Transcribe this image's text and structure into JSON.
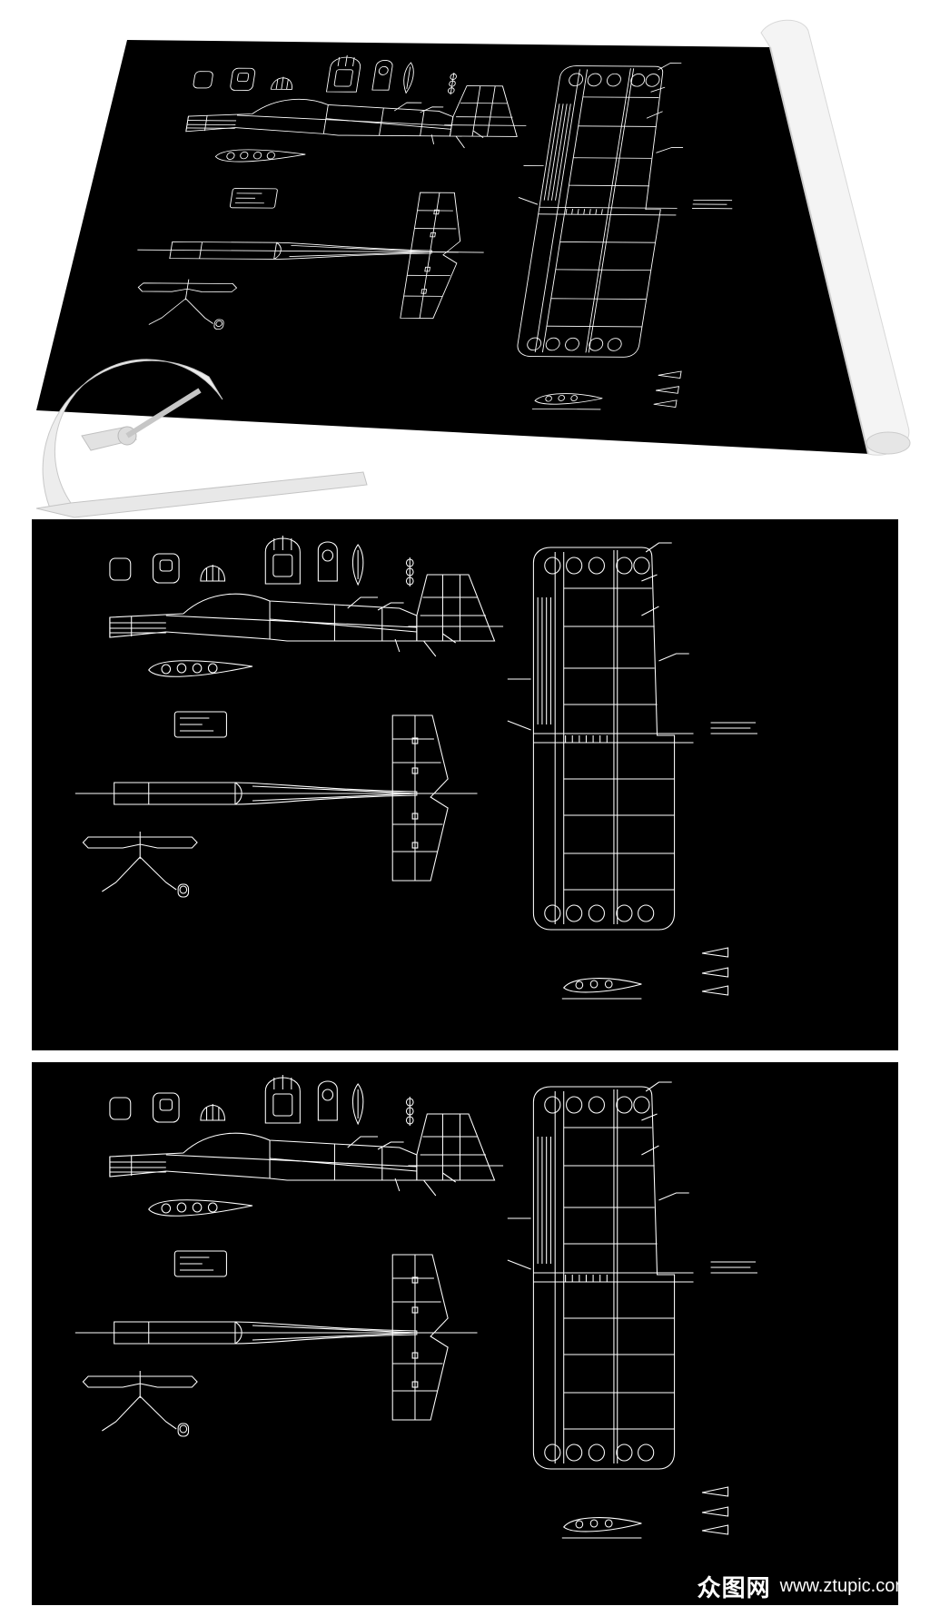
{
  "poster": {
    "type": "cad-blueprint-preview",
    "background_color": "#ffffff",
    "sheet_color": "#000000",
    "line_color": "#ffffff",
    "roll_color": "#f2f2f2",
    "protractor_color": "#ececec"
  },
  "panels": [
    {
      "name": "mockup-rolled-sheet",
      "perspective": true
    },
    {
      "name": "blueprint-panel-1",
      "perspective": false
    },
    {
      "name": "blueprint-panel-2",
      "perspective": false
    }
  ],
  "watermark": {
    "logo": "众图网",
    "url": "www.ztupic.com"
  }
}
